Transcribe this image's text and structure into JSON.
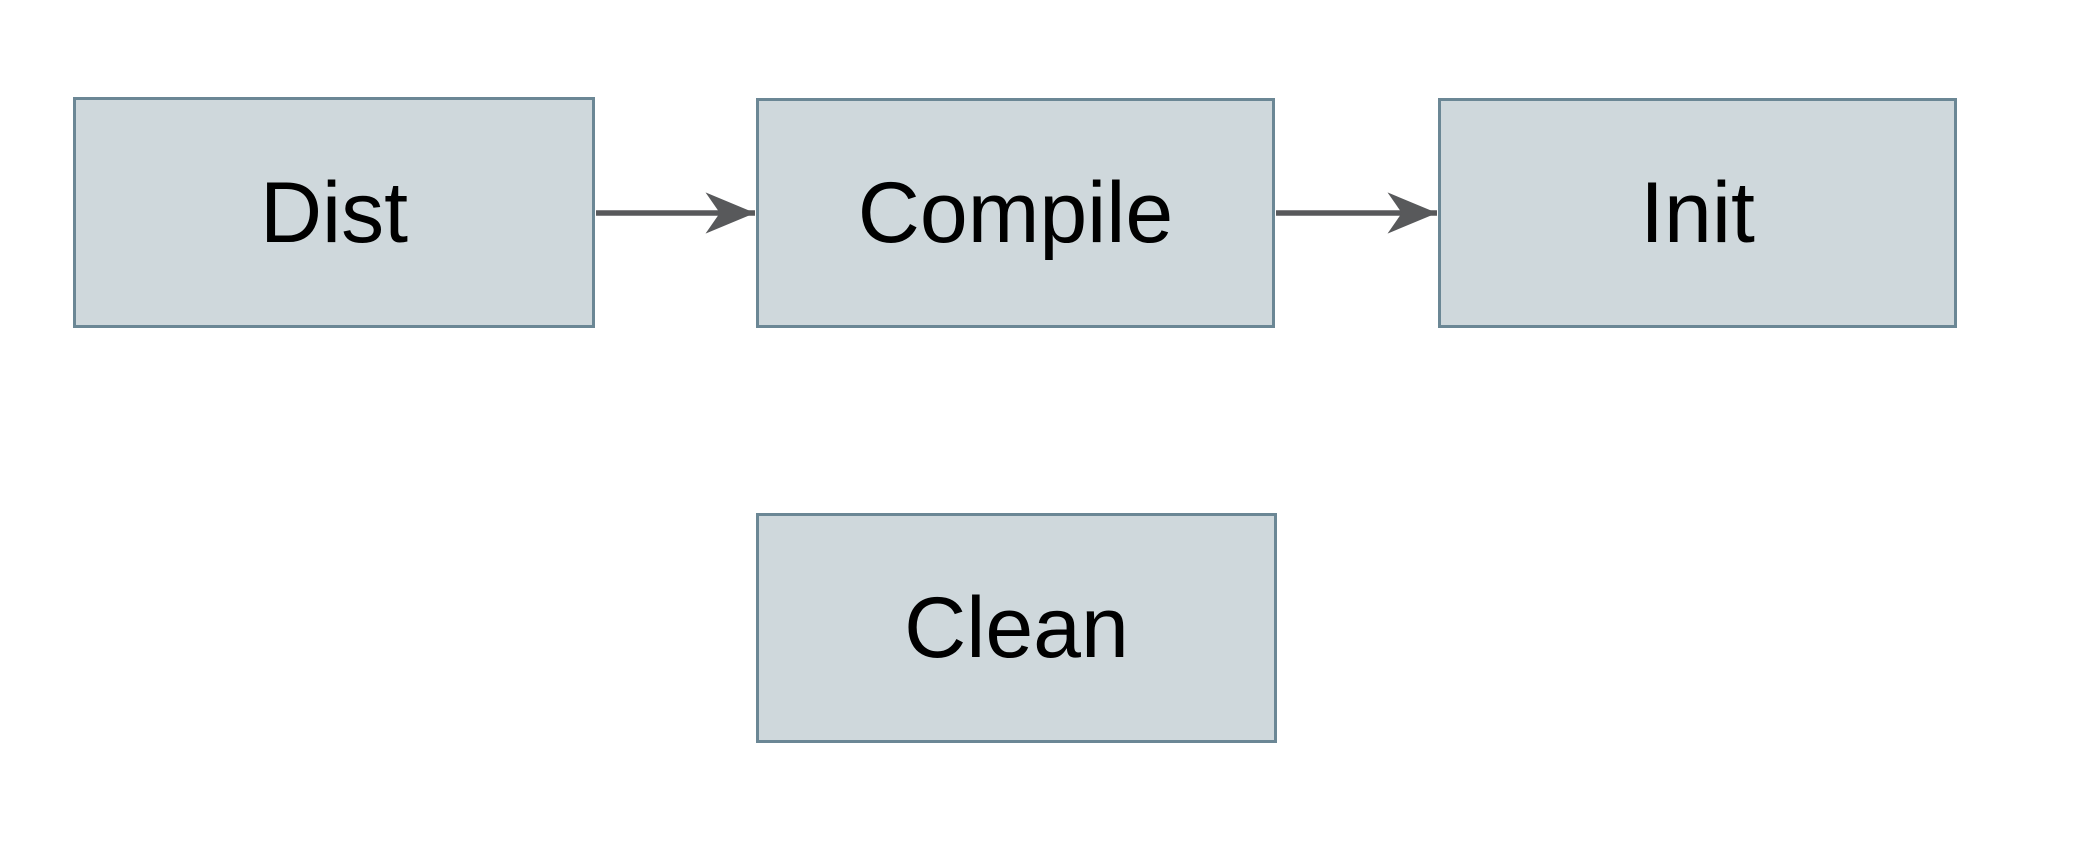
{
  "diagram": {
    "type": "flowchart",
    "colors": {
      "background": "#ffffff",
      "node_fill": "#cfd8dc",
      "node_border": "#6b8795",
      "arrow": "#58595b",
      "text": "#000000"
    },
    "nodes": [
      {
        "id": "dist",
        "label": "Dist"
      },
      {
        "id": "compile",
        "label": "Compile"
      },
      {
        "id": "init",
        "label": "Init"
      },
      {
        "id": "clean",
        "label": "Clean"
      }
    ],
    "edges": [
      {
        "from": "Dist",
        "to": "Compile",
        "style": "arrow"
      },
      {
        "from": "Compile",
        "to": "Init",
        "style": "arrow"
      }
    ]
  }
}
